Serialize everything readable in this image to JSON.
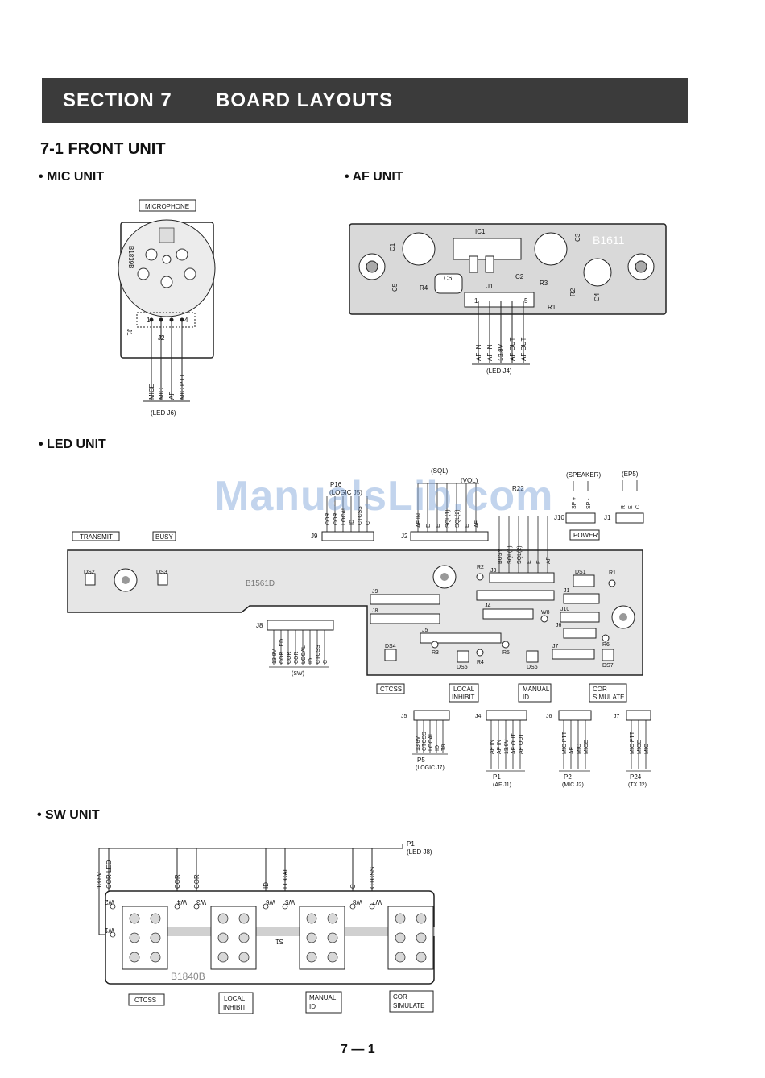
{
  "section": {
    "number": "SECTION 7",
    "title": "BOARD LAYOUTS"
  },
  "subsection": {
    "title": "7-1 FRONT UNIT"
  },
  "units": {
    "mic": "• MIC UNIT",
    "af": "• AF UNIT",
    "led": "• LED UNIT",
    "sw": "• SW UNIT"
  },
  "mic_unit": {
    "microphone_box": "MICROPHONE",
    "board_code": "B1839B",
    "j1": "J1",
    "j2": "J2",
    "pin1": "1",
    "pin4": "4",
    "wires": [
      "MICE",
      "MIC",
      "AF",
      "MIC PTT"
    ],
    "dest": "(LED J6)"
  },
  "af_unit": {
    "ic1": "IC1",
    "c1": "C1",
    "c3": "C3",
    "board_code": "B1611",
    "c5": "C5",
    "r4": "R4",
    "c6": "C6",
    "c2": "C2",
    "j1": "J1",
    "r3": "R3",
    "r1": "R1",
    "r2": "R2",
    "c4": "C4",
    "pin1": "1",
    "pin5": "5",
    "wires": [
      "AF IN",
      "AF IN",
      "13.8V",
      "AF OUT",
      "AF OUT"
    ],
    "dest": "(LED J4)"
  },
  "led_unit": {
    "board_code": "B1561D",
    "p16": "P16",
    "p16_dest": "(LOGIC J5)",
    "j9_label": "J9",
    "j9_wires": [
      "COR",
      "COR",
      "LOCAL",
      "ID",
      "CTCSS",
      "C"
    ],
    "sql_label": "(SQL)",
    "vol_label": "(VOL)",
    "r22": "R22",
    "j2_label": "J2",
    "j2_wires": [
      "AF IN",
      "E",
      "E",
      "SQL(1)",
      "SQL(2)",
      "E",
      "AF"
    ],
    "speaker_label": "(SPEAKER)",
    "j10_label": "J10",
    "j10_wires": [
      "SP +",
      "SP -"
    ],
    "ep5_label": "(EP5)",
    "j1_label": "J1",
    "j1_wires": [
      "R",
      "E",
      "C"
    ],
    "transmit": "TRANSMIT",
    "busy": "BUSY",
    "power": "POWER",
    "busy_wires": [
      "BUSY",
      "SQL(1)",
      "SQL(2)",
      "E",
      "E",
      "AF"
    ],
    "ds2": "DS2",
    "ds3": "DS3",
    "ds1": "DS1",
    "ds4": "DS4",
    "ds5": "DS5",
    "ds6": "DS6",
    "ds7": "DS7",
    "r1": "R1",
    "r2": "R2",
    "r3": "R3",
    "r4": "R4",
    "r5": "R5",
    "r6": "R6",
    "w8": "W8",
    "j3": "J3",
    "j4": "J4",
    "j5": "J5",
    "j6": "J6",
    "j7": "J7",
    "j8": "J8",
    "j8_wires": [
      "13.8V",
      "COR LED",
      "COR",
      "COR",
      "LOCAL",
      "ID",
      "CTCSS",
      "C"
    ],
    "j8_dest": "(SW)",
    "ctcss": "CTCSS",
    "local_inhibit": [
      "LOCAL",
      "INHIBIT"
    ],
    "manual_id": [
      "MANUAL",
      "ID"
    ],
    "cor_simulate": [
      "COR",
      "SIMULATE"
    ],
    "j5_conn": "J5",
    "j5_wires": [
      "13.8V",
      "CTCSS",
      "LOCAL",
      "ID",
      "T8"
    ],
    "p5": "P5",
    "p5_dest": "(LOGIC J7)",
    "j4_conn": "J4",
    "j4_wires": [
      "AF IN",
      "AF IN",
      "13.8V",
      "AF OUT",
      "AF OUT"
    ],
    "p1": "P1",
    "p1_dest": "(AF J1)",
    "j6_conn": "J6",
    "j6_wires": [
      "MIC PTT",
      "AF",
      "MIC",
      "MICE"
    ],
    "p2": "P2",
    "p2_dest": "(MIC J2)",
    "j7_conn": "J7",
    "j7_wires": [
      "MIC PTT",
      "MICE",
      "MIC"
    ],
    "p24": "P24",
    "p24_dest": "(TX J2)"
  },
  "sw_unit": {
    "p1": "P1",
    "p1_dest": "(LED J8)",
    "wires": [
      "13.8V",
      "COR LED",
      "COR",
      "COR",
      "ID",
      "LOCAL",
      "C",
      "CTCSS"
    ],
    "w_labels": [
      "W2",
      "W1",
      "W4",
      "W3",
      "W6",
      "W5",
      "W8",
      "W7"
    ],
    "s1": "S1",
    "board_code": "B1840B",
    "buttons": [
      [
        "CTCSS"
      ],
      [
        "LOCAL",
        "INHIBIT"
      ],
      [
        "MANUAL",
        "ID"
      ],
      [
        "COR",
        "SIMULATE"
      ]
    ]
  },
  "watermark": "ManualsLib.com",
  "page": "7 — 1"
}
